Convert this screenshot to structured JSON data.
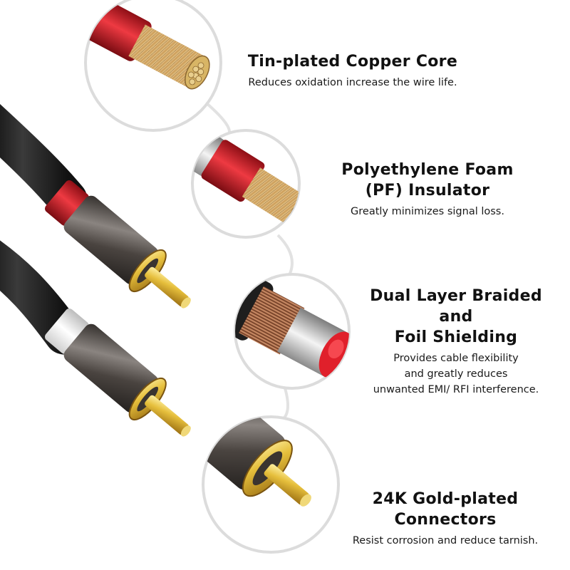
{
  "features": [
    {
      "id": "copper-core",
      "title": [
        "Tin-plated Copper Core"
      ],
      "description": [
        "Reduces oxidation increase the wire life."
      ]
    },
    {
      "id": "pf-insulator",
      "title": [
        "Polyethylene Foam",
        "(PF) Insulator"
      ],
      "description": [
        "Greatly minimizes signal loss."
      ]
    },
    {
      "id": "shielding",
      "title": [
        "Dual Layer Braided",
        "and",
        "Foil Shielding"
      ],
      "description": [
        "Provides cable flexibility",
        "and greatly reduces",
        "unwanted EMI/ RFI interference."
      ]
    },
    {
      "id": "gold-connectors",
      "title": [
        "24K Gold-plated",
        "Connectors"
      ],
      "description": [
        "Resist corrosion and reduce tarnish."
      ]
    }
  ],
  "colors": {
    "cable_jacket": "#1c1c1c",
    "red_ring": "#d0212a",
    "white_ring": "#f2f2f2",
    "connector_shell": "#4b4642",
    "gold": "#d9b13b",
    "copper": "#b5764f",
    "circle_outline": "#d9d9d9"
  }
}
